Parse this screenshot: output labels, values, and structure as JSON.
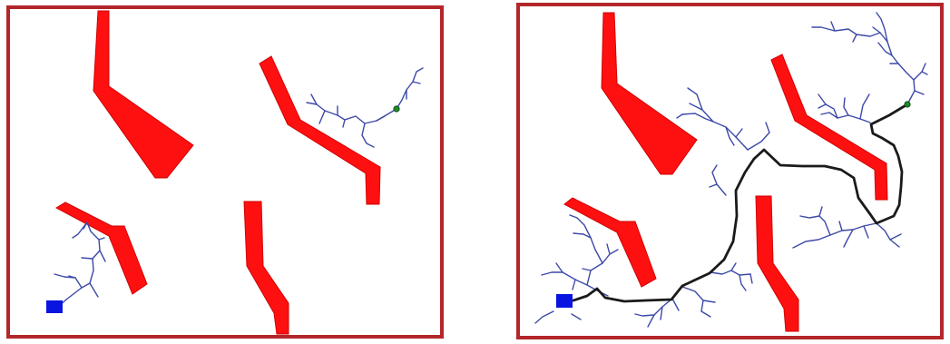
{
  "figure": {
    "colors": {
      "frame": "#b3262a",
      "obstacle": "#ff1010",
      "tree": "#3c49a8",
      "path": "#1a1a1a",
      "start": "#0a14e0",
      "goal": "#1f8a2a"
    },
    "panels": [
      {
        "id": "left",
        "obstacle_count": 4,
        "start_marker": "blue-square",
        "goal_marker": "green-dot",
        "path_found": false
      },
      {
        "id": "right",
        "obstacle_count": 4,
        "start_marker": "blue-square",
        "goal_marker": "green-dot",
        "path_found": true
      }
    ]
  }
}
